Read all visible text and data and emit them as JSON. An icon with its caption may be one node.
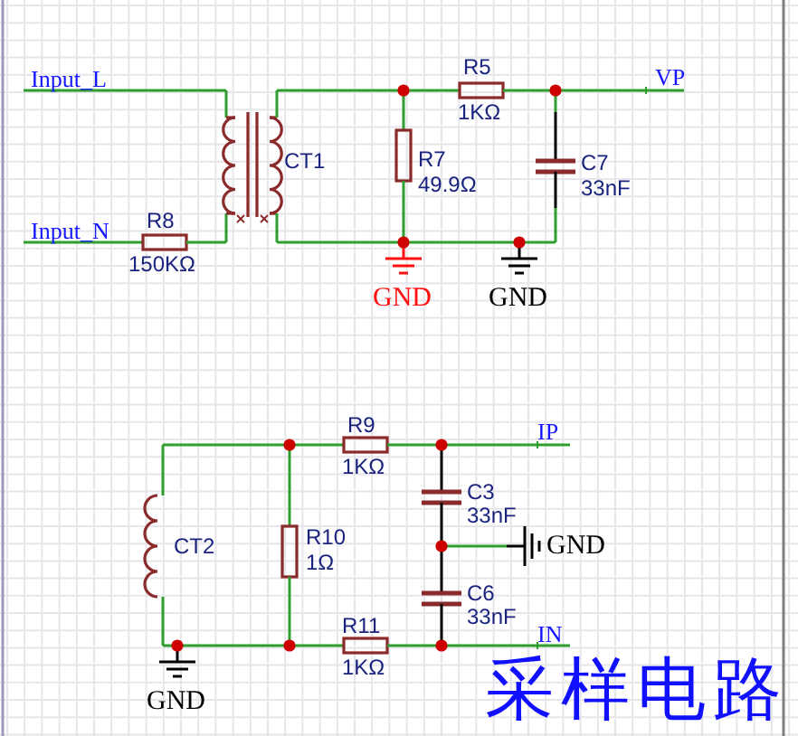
{
  "diagram": {
    "labels": [
      "Input_L",
      "R5",
      "VP",
      "1KΩ",
      "CT1",
      "R7",
      "C7",
      "49.9Ω",
      "33nF",
      "Input_N",
      "R8",
      "150KΩ",
      "GND",
      "GND",
      "R9",
      "IP",
      "1KΩ",
      "CT2",
      "R10",
      "1Ω",
      "C3",
      "33nF",
      "GND",
      "C6",
      "33nF",
      "R11",
      "IN",
      "1KΩ",
      "GND",
      "采样电路"
    ]
  }
}
